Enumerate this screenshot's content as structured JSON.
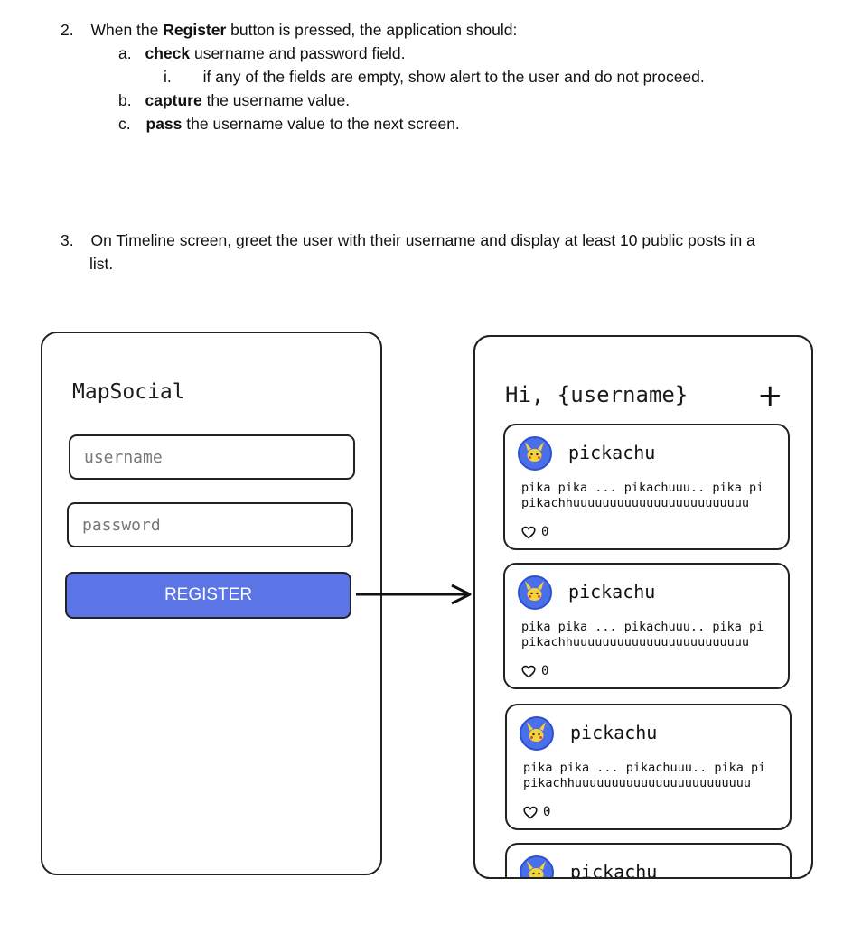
{
  "requirements": {
    "item2": {
      "num": "2.",
      "pre": "When the ",
      "bold": "Register",
      "post": " button is pressed, the application should:",
      "a": {
        "letter": "a.",
        "bold": "check",
        "text": " username and password field."
      },
      "a_i": {
        "letter": "i.",
        "text": "if any of the fields are empty, show alert to the user and do not proceed."
      },
      "b": {
        "letter": "b.",
        "bold": "capture",
        "text": " the username value."
      },
      "c": {
        "letter": "c.",
        "bold": "pass",
        "text": " the username value to the next screen."
      }
    },
    "item3": {
      "num": "3.",
      "line1": "On Timeline screen, greet the user with their username and display at least 10 public posts in a",
      "line2": "list."
    }
  },
  "login_screen": {
    "app_title": "MapSocial",
    "username_placeholder": "username",
    "password_placeholder": "password",
    "register_label": "REGISTER",
    "register_color": "#5b74e6"
  },
  "timeline_screen": {
    "greeting": "Hi, {username}",
    "add_icon": "+",
    "posts": [
      {
        "user": "pickachu",
        "line1": "pika pika ... pikachuuu.. pika pi",
        "line2": "pikachhuuuuuuuuuuuuuuuuuuuuuuuu",
        "likes": "0"
      },
      {
        "user": "pickachu",
        "line1": "pika pika ... pikachuuu.. pika pi",
        "line2": "pikachhuuuuuuuuuuuuuuuuuuuuuuuu",
        "likes": "0"
      },
      {
        "user": "pickachu",
        "line1": "pika pika ... pikachuuu.. pika pi",
        "line2": "pikachhuuuuuuuuuuuuuuuuuuuuuuuu",
        "likes": "0"
      },
      {
        "user": "pickachu"
      }
    ]
  }
}
